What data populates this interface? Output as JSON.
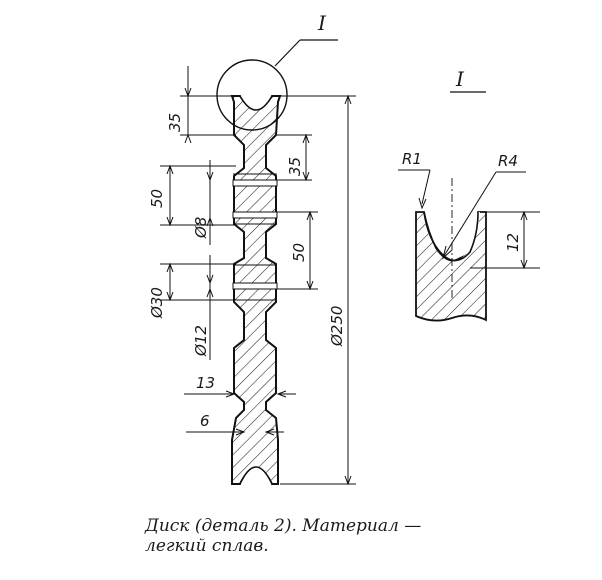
{
  "views": {
    "detail_marker": "I",
    "detail_title": "I"
  },
  "dimensions": {
    "rim_height": "35",
    "hole_spacing_top": "35",
    "hub_height": "50",
    "hole_diameter": "Ø8",
    "web_spacing": "50",
    "boss_diameter": "Ø30",
    "bore_diameter": "Ø12",
    "overall_diameter": "Ø250",
    "rim_width": "13",
    "web_thickness": "6",
    "detail_radius_small": "R1",
    "detail_radius_large": "R4",
    "groove_depth": "12"
  },
  "caption": {
    "line1": "Диск  (деталь  2).  Материал —",
    "line2": "легкий сплав."
  }
}
